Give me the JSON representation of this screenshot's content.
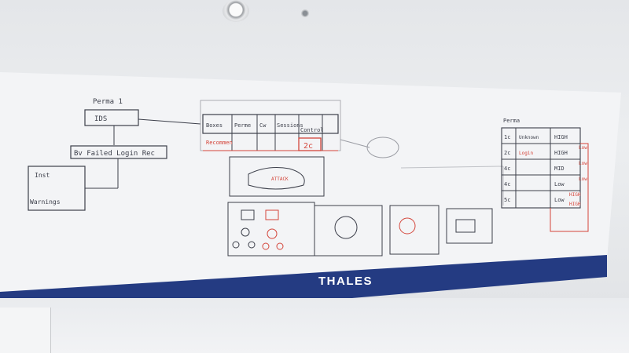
{
  "brand": {
    "name": "THALES"
  },
  "colors": {
    "band": "#243b82",
    "board": "#f3f4f6",
    "marker_black": "#3c3f4a",
    "marker_red": "#d4453a"
  },
  "whiteboard": {
    "label_top": "Perma 1",
    "ids_box": "IDS",
    "room_box": "Bv Failed Login Rec",
    "left_box_top": "Inst",
    "left_box_bottom": "Warnings",
    "table_header_cells": [
      "Boxes",
      "Perme",
      "Cw",
      "Sessions",
      "Control"
    ],
    "table_sub_label": "Recommen",
    "table_red_value": "2c",
    "right_header": "Perma",
    "right_rows": [
      {
        "id": "1c",
        "a": "Unknown",
        "b": "HIGH",
        "c": "Low"
      },
      {
        "id": "2c",
        "a": "Login",
        "b": "HIGH",
        "c": "Low"
      },
      {
        "id": "4c",
        "a": "",
        "b": "MID",
        "c": "Low"
      },
      {
        "id": "4c",
        "a": "",
        "b": "Low",
        "c": "HIGH"
      },
      {
        "id": "5c",
        "a": "",
        "b": "Low",
        "c": "HIGH"
      }
    ]
  }
}
